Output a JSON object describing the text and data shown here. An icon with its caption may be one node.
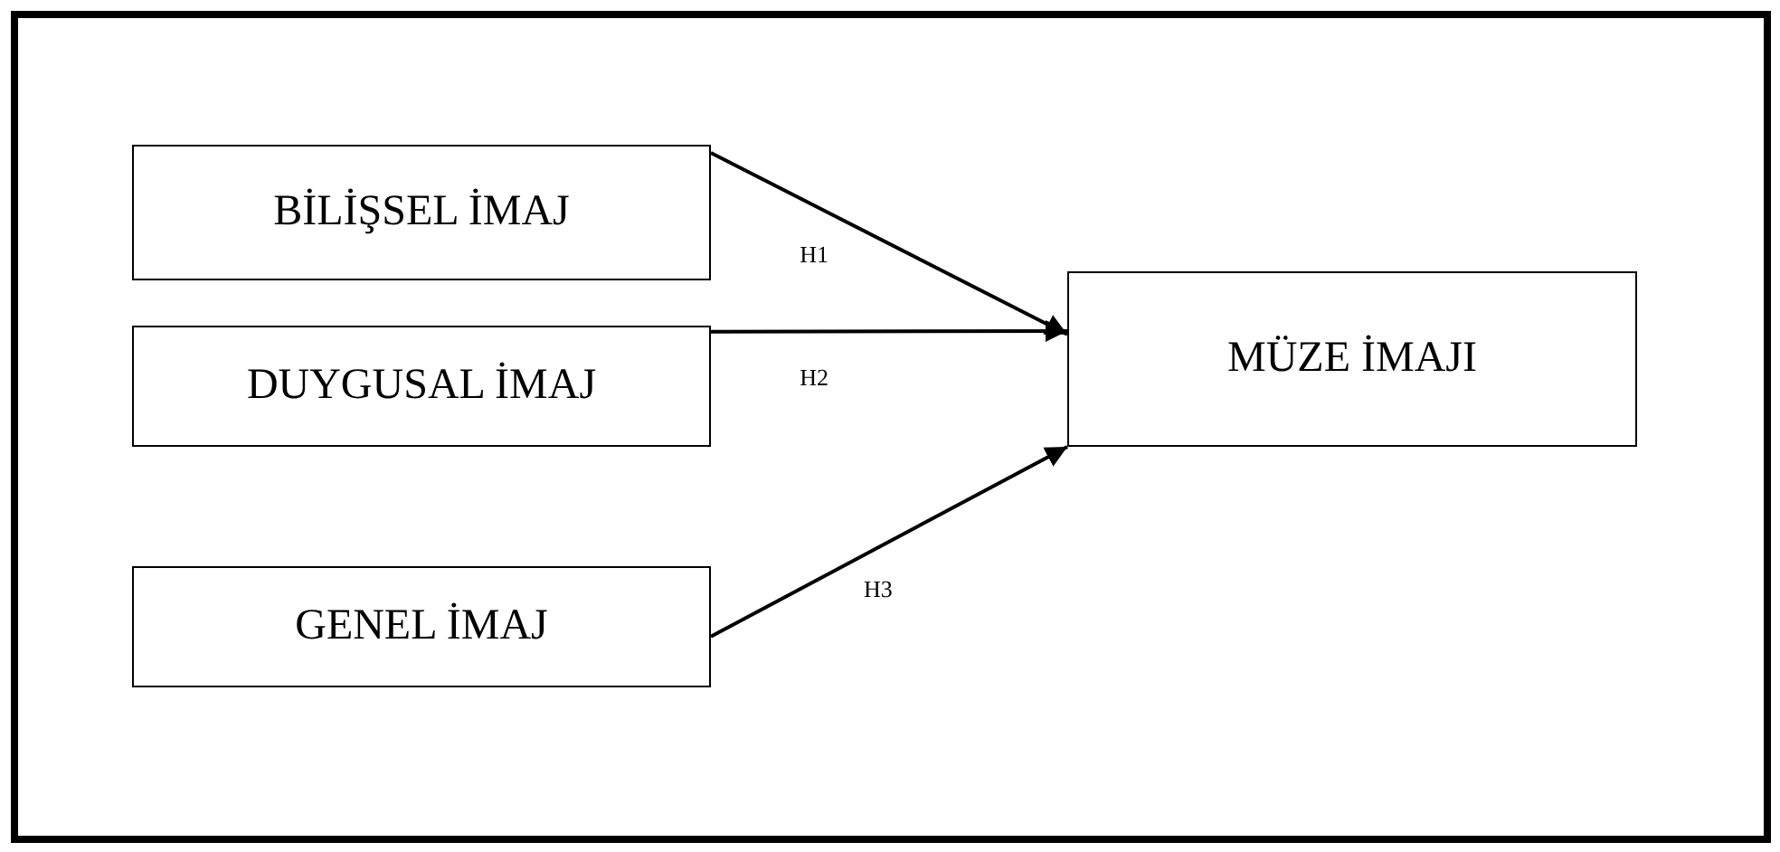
{
  "diagram": {
    "nodes": [
      {
        "text": [
          "BİLİŞSEL İMAJ"
        ]
      },
      {
        "text": [
          "DUYGUSAL İMAJ"
        ]
      },
      {
        "text": [
          "GENEL İMAJ"
        ]
      },
      {
        "text": [
          "MÜZE İMAJI"
        ]
      }
    ],
    "edges": [
      {
        "from": 0,
        "to": 3,
        "arrow": "to",
        "label": "H1"
      },
      {
        "from": 1,
        "to": 3,
        "arrow": "to",
        "label": "H2"
      },
      {
        "from": 2,
        "to": 3,
        "arrow": "to",
        "label": "H3"
      }
    ]
  }
}
